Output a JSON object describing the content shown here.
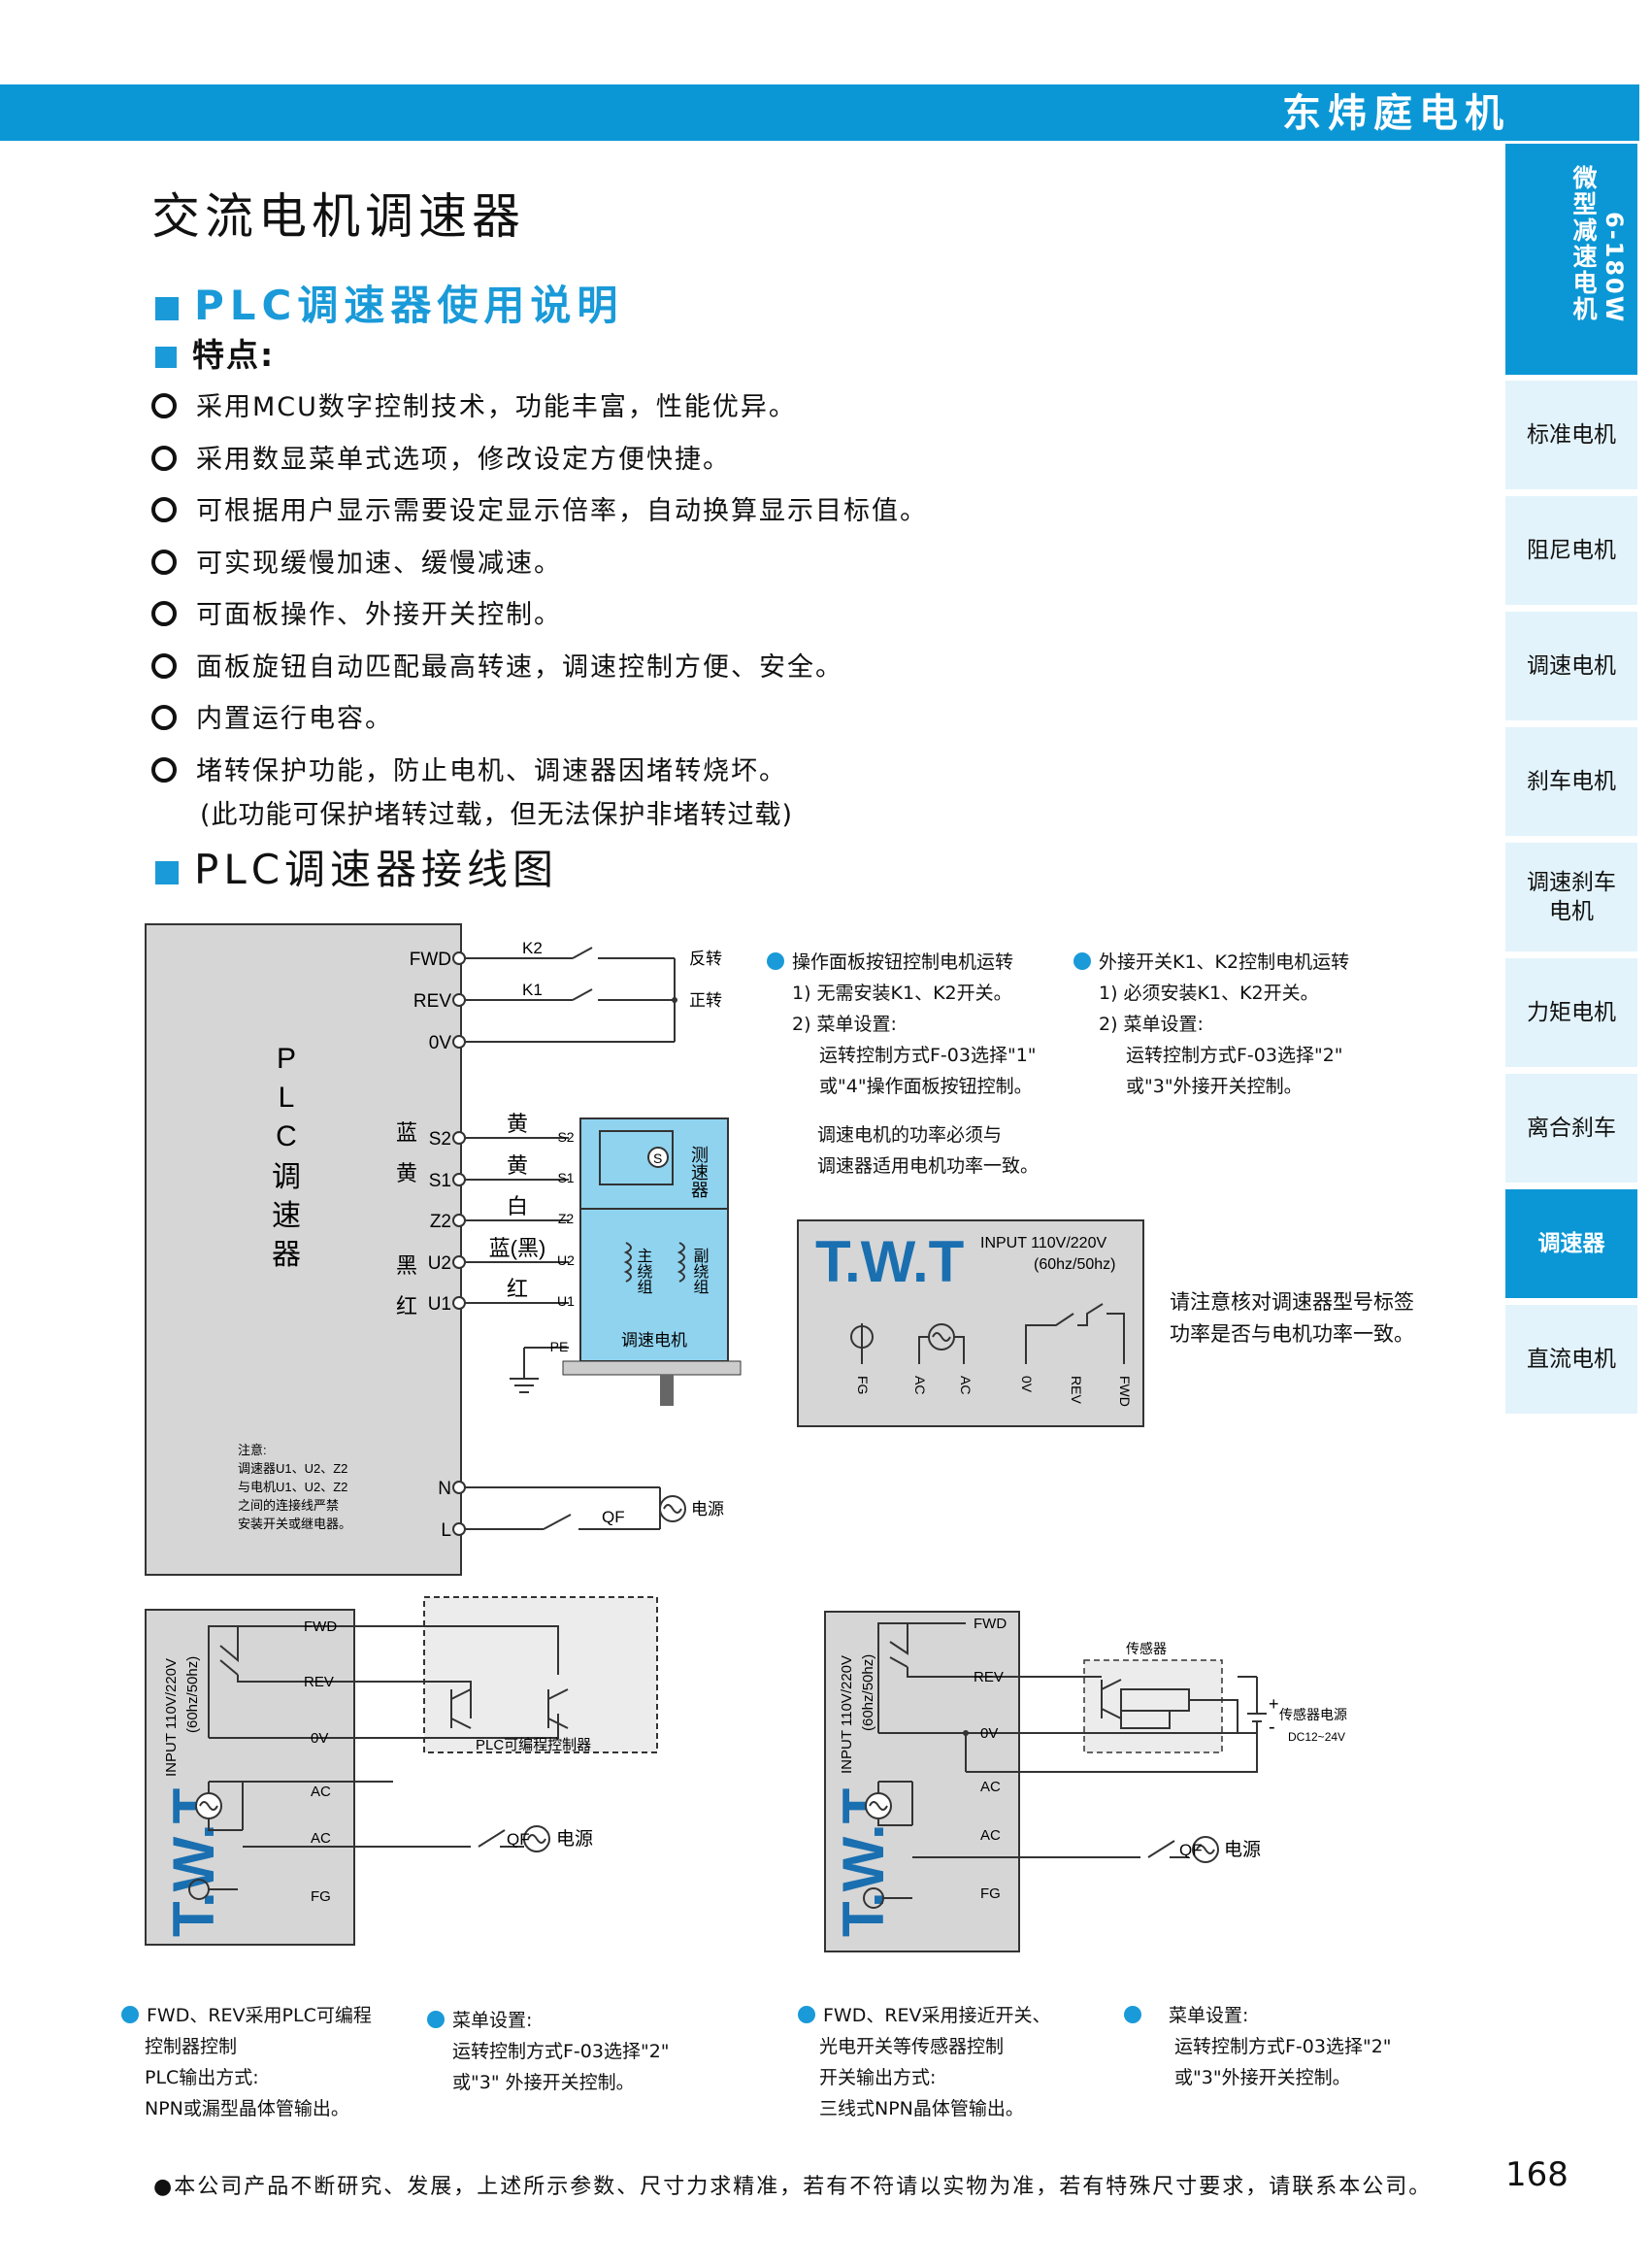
{
  "header": {
    "brand": "东炜庭电机"
  },
  "title": "交流电机调速器",
  "section_plc": "PLC调速器使用说明",
  "features_heading": "特点:",
  "features": [
    "采用MCU数字控制技术，功能丰富，性能优异。",
    "采用数显菜单式选项，修改设定方便快捷。",
    "可根据用户显示需要设定显示倍率，自动换算显示目标值。",
    "可实现缓慢加速、缓慢减速。",
    "可面板操作、外接开关控制。",
    "面板旋钮自动匹配最高转速，调速控制方便、安全。",
    "内置运行电容。",
    "堵转保护功能，防止电机、调速器因堵转烧坏。"
  ],
  "feature_note": "(此功能可保护堵转过载，但无法保护非堵转过载)",
  "section_wiring": "PLC调速器接线图",
  "sidebar": {
    "top_power": "6-180W",
    "top_name": "微型减速电机",
    "items": [
      "标准电机",
      "阻尼电机",
      "调速电机",
      "刹车电机",
      "调速刹车\n电机",
      "力矩电机",
      "离合刹车",
      "调速器",
      "直流电机"
    ],
    "active_index": 7
  },
  "diagram_main": {
    "controller_label": "PLC调速器",
    "terminals": [
      "FWD",
      "REV",
      "0V",
      "S2",
      "S1",
      "Z2",
      "U2",
      "U1",
      "N",
      "L"
    ],
    "left_colors": {
      "s2": "蓝",
      "s1": "黄",
      "u2": "黑",
      "u1": "红"
    },
    "k2": "K2",
    "k1": "K1",
    "reverse": "反转",
    "forward": "正转",
    "wire_colors": [
      "黄",
      "黄",
      "白",
      "蓝(黑)",
      "红"
    ],
    "motor_terms": [
      "S2",
      "S1",
      "Z2",
      "U2",
      "U1"
    ],
    "pe": "PE",
    "tacho": "测速器",
    "main_winding": "主绕组",
    "aux_winding": "副绕组",
    "motor_label": "调速电机",
    "qf": "QF",
    "power": "电源",
    "warning": [
      "注意:",
      "调速器U1、U2、Z2",
      "与电机U1、U2、Z2",
      "之间的连接线严禁",
      "安装开关或继电器。"
    ]
  },
  "notes_top": {
    "panel": {
      "head": "操作面板按钮控制电机运转",
      "lines": [
        "1) 无需安装K1、K2开关。",
        "2) 菜单设置:",
        "运转控制方式F-03选择\"1\"",
        "或\"4\"操作面板按钮控制。"
      ],
      "extra": [
        "调速电机的功率必须与",
        "调速器适用电机功率一致。"
      ]
    },
    "external": {
      "head": "外接开关K1、K2控制电机运转",
      "lines": [
        "1) 必须安装K1、K2开关。",
        "2) 菜单设置:",
        "运转控制方式F-03选择\"2\"",
        "或\"3\"外接开关控制。"
      ]
    }
  },
  "label_plate": {
    "brand": "T.W.T",
    "input": "INPUT 110V/220V",
    "freq": "(60hz/50hz)",
    "symbols": [
      "FG",
      "AC",
      "AC",
      "0V",
      "REV",
      "FWD"
    ]
  },
  "label_note": [
    "请注意核对调速器型号标签",
    "功率是否与电机功率一致。"
  ],
  "plc_diagram": {
    "brand": "T.W.T",
    "input": "INPUT 110V/220V",
    "freq": "(60hz/50hz)",
    "terms": [
      "FWD",
      "REV",
      "0V",
      "AC",
      "AC",
      "FG"
    ],
    "plc_box": "PLC可编程控制器",
    "qf": "QF",
    "power": "电源"
  },
  "sensor_diagram": {
    "brand": "T.W.T",
    "input": "INPUT 110V/220V",
    "freq": "(60hz/50hz)",
    "terms": [
      "FWD",
      "REV",
      "0V",
      "AC",
      "AC",
      "FG"
    ],
    "sensor": "传感器",
    "sensor_power": "传感器电源",
    "sensor_voltage": "DC12~24V",
    "plus": "+",
    "minus": "-",
    "qf": "QF",
    "power": "电源"
  },
  "notes_bottom": [
    [
      "FWD、REV采用PLC可编程",
      "控制器控制",
      "PLC输出方式:",
      "NPN或漏型晶体管输出。"
    ],
    [
      "菜单设置:",
      "运转控制方式F-03选择\"2\"",
      "或\"3\" 外接开关控制。"
    ],
    [
      "FWD、REV采用接近开关、",
      "光电开关等传感器控制",
      "开关输出方式:",
      "三线式NPN晶体管输出。"
    ],
    [
      "菜单设置:",
      "运转控制方式F-03选择\"2\"",
      "或\"3\"外接开关控制。"
    ]
  ],
  "footer": "●本公司产品不断研究、发展，上述所示参数、尺寸力求精准，若有不符请以实物为准，若有特殊尺寸要求，请联系本公司。",
  "page_number": "168",
  "colors": {
    "accent": "#1a9ad8",
    "motor_fill": "#8fd3ef",
    "panel_gray": "#d6d6d6"
  }
}
